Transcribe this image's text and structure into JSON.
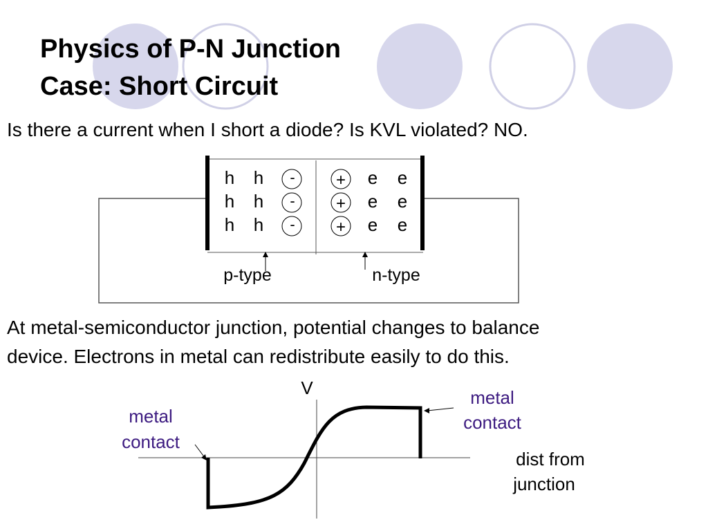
{
  "colors": {
    "accent_circle": "#d7d7ec",
    "accent_ring": "#d0d0e6",
    "label_purple": "#3c1a80"
  },
  "slide": {
    "title_line1": "Physics of P-N Junction",
    "title_line2": "Case: Short Circuit",
    "question": "Is there a current when I short a diode?   Is KVL violated?  NO.",
    "explanation_line1": "At metal-semiconductor junction, potential changes to balance",
    "explanation_line2": "device. Electrons in metal can redistribute easily to do this."
  },
  "junction_diagram": {
    "p_side_carrier": "h",
    "n_side_carrier": "e",
    "p_side_ion": "-",
    "n_side_ion": "+",
    "p_label": "p-type",
    "n_label": "n-type"
  },
  "potential_plot": {
    "y_axis_label": "V",
    "x_axis_label_line1": "dist from",
    "x_axis_label_line2": "junction",
    "left_contact_line1": "metal",
    "left_contact_line2": "contact",
    "right_contact_line1": "metal",
    "right_contact_line2": "contact"
  }
}
